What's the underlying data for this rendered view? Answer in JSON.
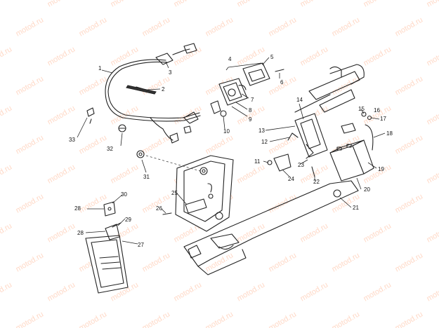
{
  "watermark": {
    "text": "motod.ru"
  },
  "callouts": [
    {
      "id": "c1",
      "text": "1"
    },
    {
      "id": "c2",
      "text": "2"
    },
    {
      "id": "c3",
      "text": "3"
    },
    {
      "id": "c4",
      "text": "4"
    },
    {
      "id": "c5",
      "text": "5"
    },
    {
      "id": "c6",
      "text": "6"
    },
    {
      "id": "c7",
      "text": "7"
    },
    {
      "id": "c8",
      "text": "8"
    },
    {
      "id": "c9",
      "text": "9"
    },
    {
      "id": "c10",
      "text": "10"
    },
    {
      "id": "c11",
      "text": "11"
    },
    {
      "id": "c12",
      "text": "12"
    },
    {
      "id": "c13",
      "text": "13"
    },
    {
      "id": "c14",
      "text": "14"
    },
    {
      "id": "c15",
      "text": "15"
    },
    {
      "id": "c16",
      "text": "16"
    },
    {
      "id": "c17",
      "text": "17"
    },
    {
      "id": "c18",
      "text": "18"
    },
    {
      "id": "c19",
      "text": "19"
    },
    {
      "id": "c20",
      "text": "20"
    },
    {
      "id": "c21",
      "text": "21"
    },
    {
      "id": "c22",
      "text": "22"
    },
    {
      "id": "c23",
      "text": "23"
    },
    {
      "id": "c24",
      "text": "24"
    },
    {
      "id": "c25",
      "text": "25"
    },
    {
      "id": "c26",
      "text": "26"
    },
    {
      "id": "c27",
      "text": "27"
    },
    {
      "id": "c28a",
      "text": "28"
    },
    {
      "id": "c28b",
      "text": "28"
    },
    {
      "id": "c29",
      "text": "29"
    },
    {
      "id": "c30",
      "text": "30"
    },
    {
      "id": "c31",
      "text": "31"
    },
    {
      "id": "c32",
      "text": "32"
    },
    {
      "id": "c33",
      "text": "33"
    }
  ]
}
